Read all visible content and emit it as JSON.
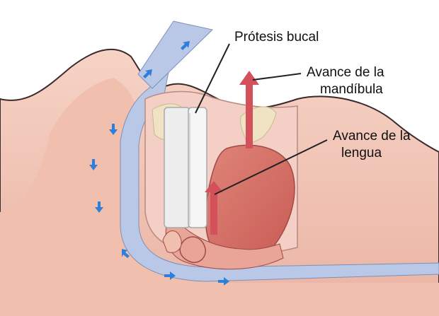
{
  "labels": {
    "prosthesis": "Prótesis bucal",
    "jaw_advance_line1": "Avance de la",
    "jaw_advance_line2": "mandíbula",
    "tongue_advance_line1": "Avance de la",
    "tongue_advance_line2": "lengua"
  },
  "colors": {
    "skin": "#f2c7b9",
    "skin_dark": "#e8a595",
    "outline": "#3a2a2a",
    "airway": "#b9c8e6",
    "airflow_arrow": "#2f7fd8",
    "tongue": "#d9776c",
    "tongue_dark": "#c9615a",
    "bone": "#efe3c3",
    "device": "#ececec",
    "advance_arrow": "#d4505a"
  },
  "icons": {
    "airflow": "airflow-arrow-icon",
    "advance": "advance-arrow-icon"
  }
}
